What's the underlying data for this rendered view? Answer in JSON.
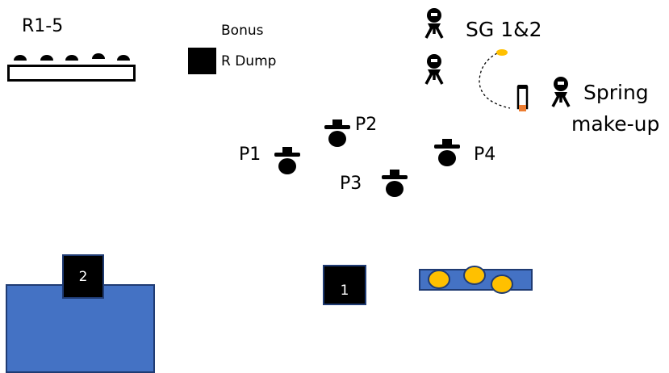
{
  "labels": {
    "r_group": "R1-5",
    "bonus": "Bonus",
    "r_dump": "R Dump",
    "sg": "SG 1&2",
    "spring_line1": "Spring",
    "spring_line2": "make-up",
    "p1": "P1",
    "p2": "P2",
    "p3": "P3",
    "p4": "P4",
    "box1": "1",
    "box2": "2"
  },
  "colors": {
    "blue": "#4472c4",
    "navy": "#1f3b73",
    "gold": "#ffc000",
    "orange": "#ed7d31",
    "black": "#000000"
  },
  "icons": {
    "player": "cowboy-hat-figure-icon",
    "tripod": "tripod-figure-icon",
    "ball": "ball-icon",
    "bucket": "bucket-icon"
  }
}
